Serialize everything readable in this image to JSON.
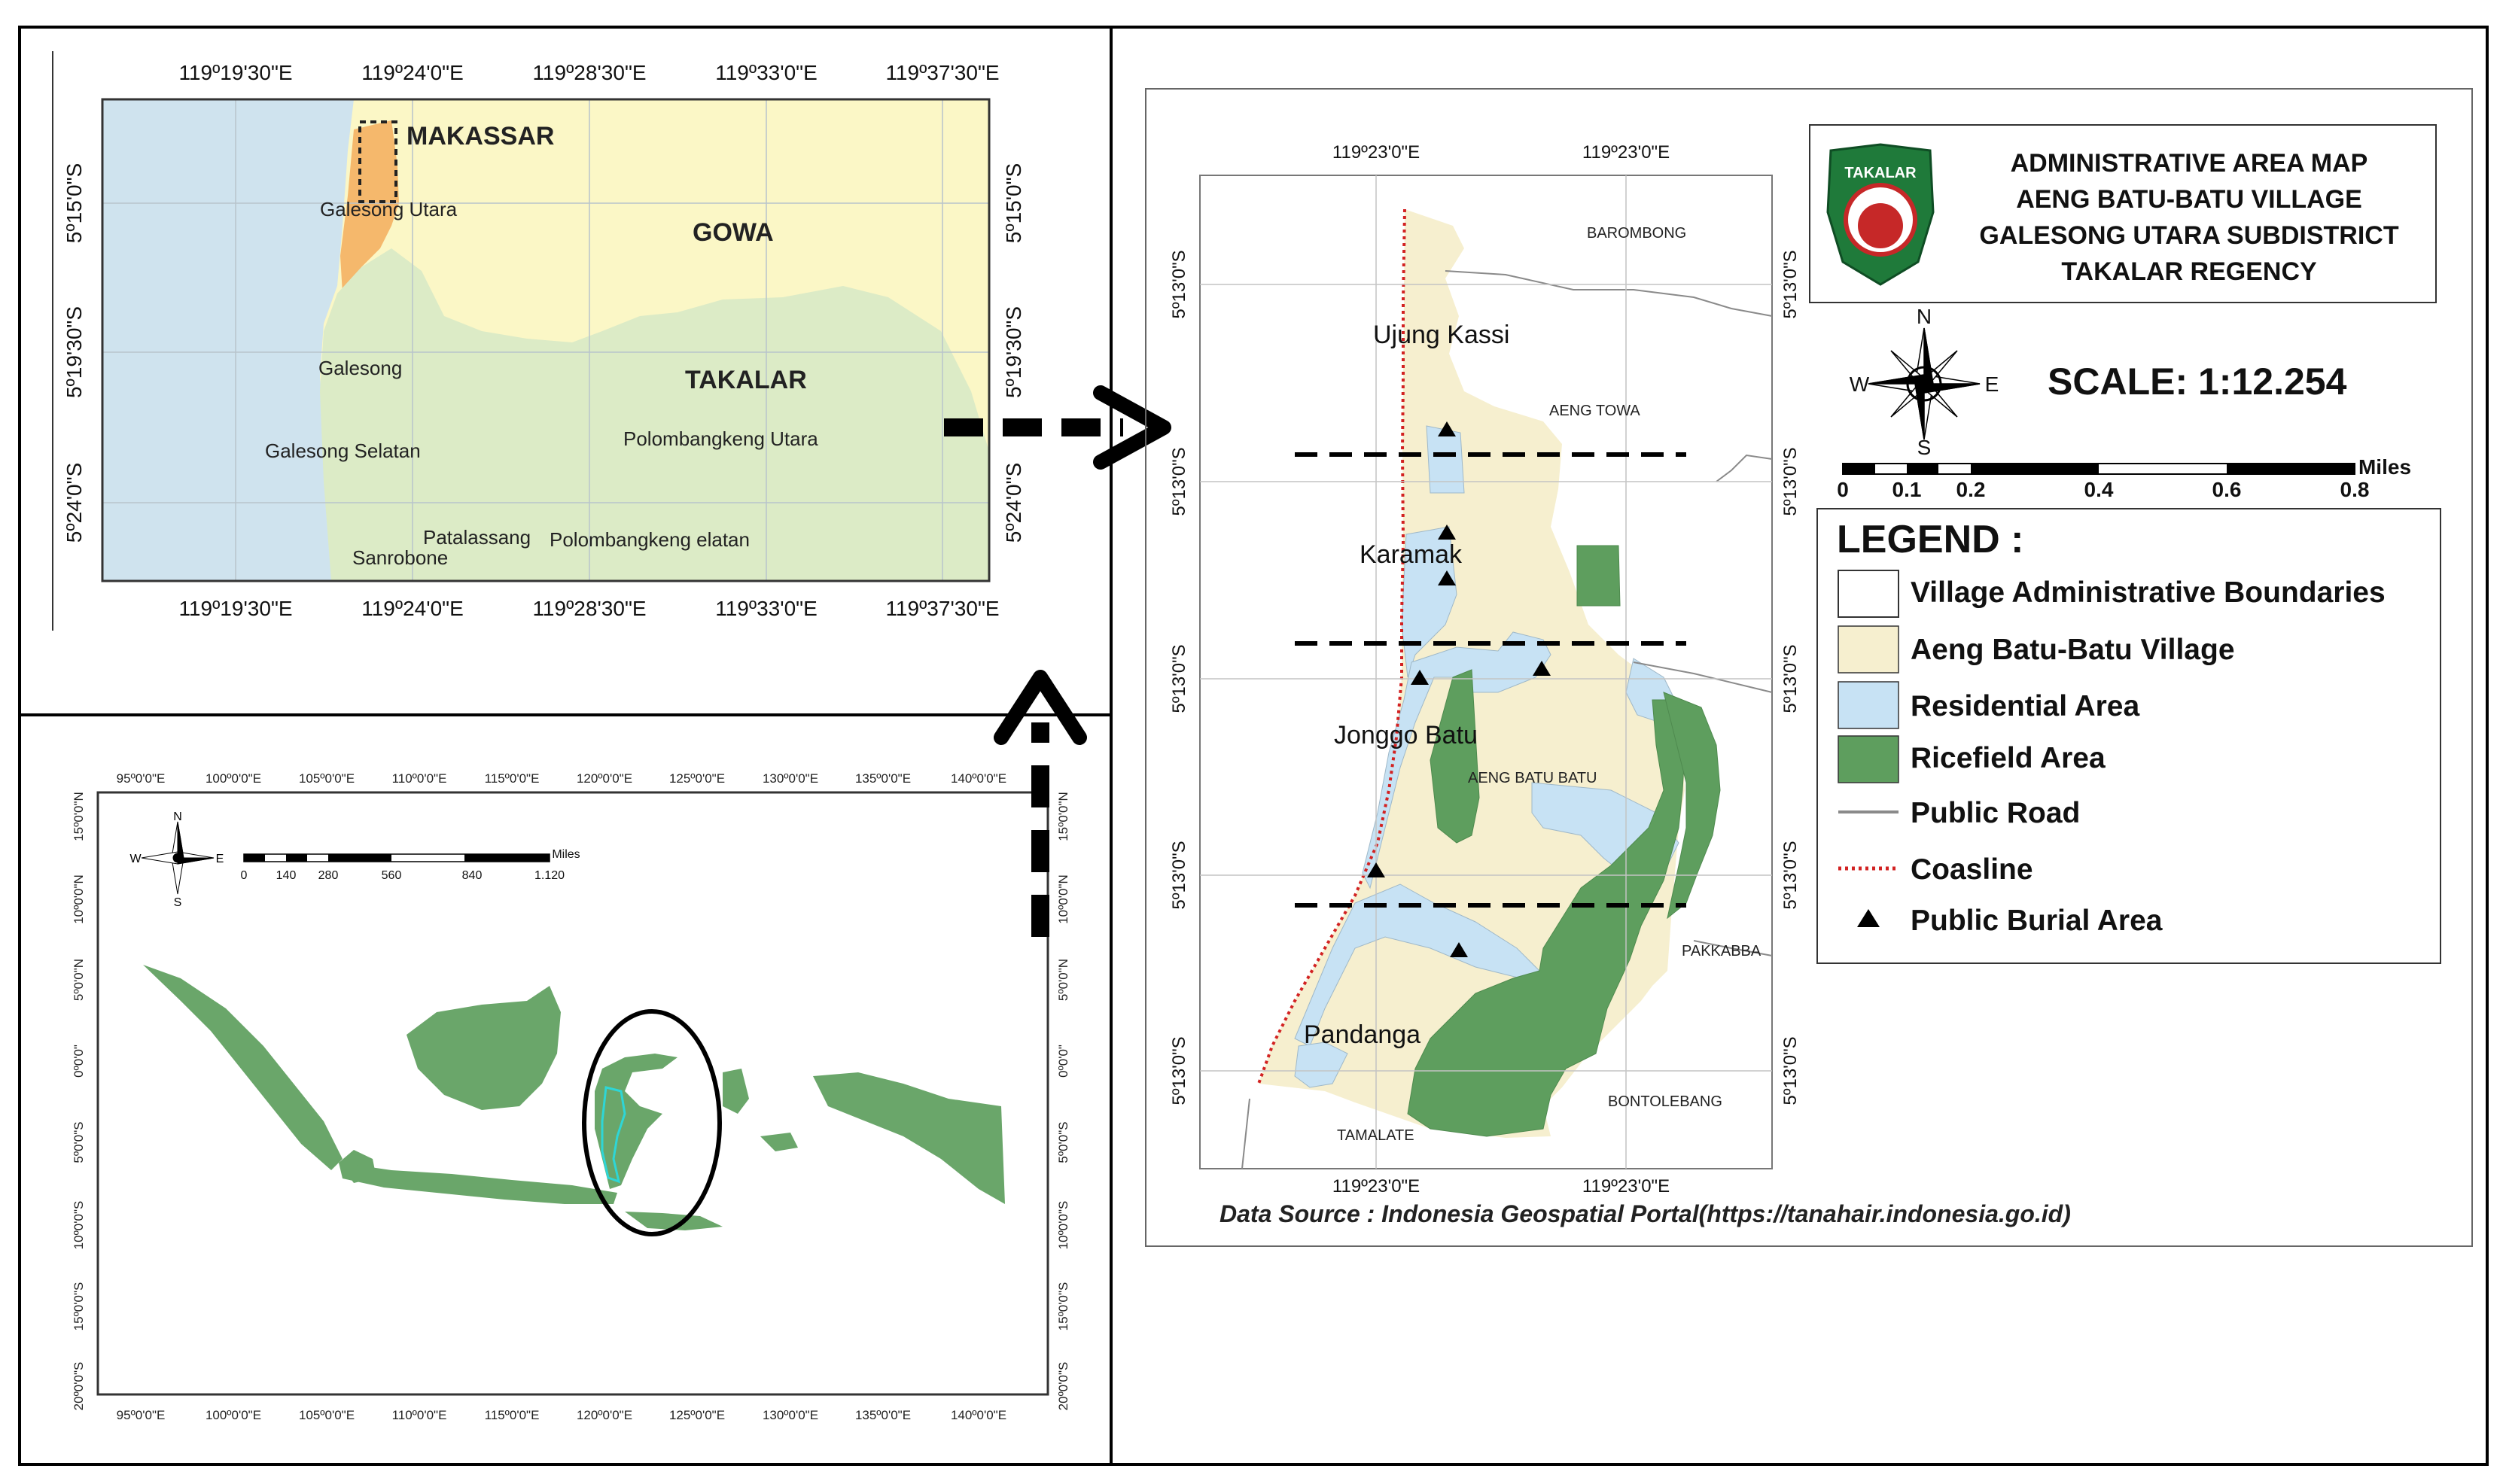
{
  "inset_top_left": {
    "lon_labels": [
      "119º19'30\"E",
      "119º24'0\"E",
      "119º28'30\"E",
      "119º33'0\"E",
      "119º37'30\"E"
    ],
    "lat_labels": [
      "5º15'0\"S",
      "5º19'30\"S",
      "5º24'0\"S"
    ],
    "regions": {
      "makassar": "MAKASSAR",
      "gowa": "GOWA",
      "takalar": "TAKALAR",
      "galesong_utara": "Galesong Utara",
      "galesong": "Galesong",
      "galesong_selatan": "Galesong Selatan",
      "polombangkeng_utara": "Polombangkeng Utara",
      "patalassang": "Patalassang",
      "polombangkeng_elatan": "Polombangkeng elatan",
      "sanrobone": "Sanrobone"
    },
    "colors": {
      "sea": "#cfe3ee",
      "gowa": "#fbf7c6",
      "takalar": "#dcebc6",
      "makassar": "#f5b86c"
    }
  },
  "inset_indonesia": {
    "lon_labels": [
      "95º0'0\"E",
      "100º0'0\"E",
      "105º0'0\"E",
      "110º0'0\"E",
      "115º0'0\"E",
      "120º0'0\"E",
      "125º0'0\"E",
      "130º0'0\"E",
      "135º0'0\"E",
      "140º0'0\"E"
    ],
    "lat_labels": [
      "15º0'0\"N",
      "10º0'0\"N",
      "5º0'0\"N",
      "0º0'0\"",
      "5º0'0\"S",
      "10º0'0\"S",
      "15º0'0\"S",
      "20º0'0\"S"
    ],
    "scale_labels": [
      "0",
      "140",
      "280",
      "560",
      "840",
      "1.120"
    ],
    "scale_unit": "Miles",
    "land_color": "#6aa66a"
  },
  "compass": {
    "n": "N",
    "s": "S",
    "e": "E",
    "w": "W"
  },
  "main_map": {
    "lon_labels": [
      "119º23'0\"E",
      "119º23'0\"E"
    ],
    "lat_labels": [
      "5º13'0\"S",
      "5º13'0\"S",
      "5º13'0\"S",
      "5º13'0\"S",
      "5º13'0\"S"
    ],
    "hamlets": [
      "Ujung Kassi",
      "Karamak",
      "Jonggo Batu",
      "Pandanga"
    ],
    "neighbors": {
      "barombong": "BAROMBONG",
      "aeng_towa": "AENG TOWA",
      "aeng_batu_batu": "AENG BATU BATU",
      "pakkabba": "PAKKABBA",
      "bontolebang": "BONTOLEBANG",
      "tamalate": "TAMALATE"
    },
    "colors": {
      "village": "#f6efcf",
      "residential": "#c7e2f4",
      "ricefield": "#5e9e5e",
      "coastline": "#d22222",
      "road": "#8a8a8a"
    }
  },
  "title_box": {
    "lines": [
      "ADMINISTRATIVE AREA MAP",
      "AENG BATU-BATU VILLAGE",
      "GALESONG UTARA SUBDISTRICT",
      "TAKALAR REGENCY"
    ],
    "logo_text": "TAKALAR"
  },
  "scale": {
    "label": "SCALE:  1:12.254",
    "bar_labels": [
      "0",
      "0.1",
      "0.2",
      "0.4",
      "0.6",
      "0.8"
    ],
    "unit": "Miles"
  },
  "legend": {
    "title": "LEGEND :",
    "items": [
      {
        "label": "Village Administrative Boundaries",
        "type": "box",
        "color": "#ffffff"
      },
      {
        "label": "Aeng Batu-Batu Village",
        "type": "box",
        "color": "#f6efcf"
      },
      {
        "label": "Residential Area",
        "type": "box",
        "color": "#c7e2f4"
      },
      {
        "label": "Ricefield Area",
        "type": "box",
        "color": "#5e9e5e"
      },
      {
        "label": "Public Road",
        "type": "line",
        "color": "#8a8a8a"
      },
      {
        "label": "Coasline",
        "type": "dotted",
        "color": "#d22222"
      },
      {
        "label": "Public Burial Area",
        "type": "triangle",
        "color": "#000000"
      }
    ]
  },
  "data_source": "Data Source : Indonesia Geospatial Portal(https://tanahair.indonesia.go.id)"
}
